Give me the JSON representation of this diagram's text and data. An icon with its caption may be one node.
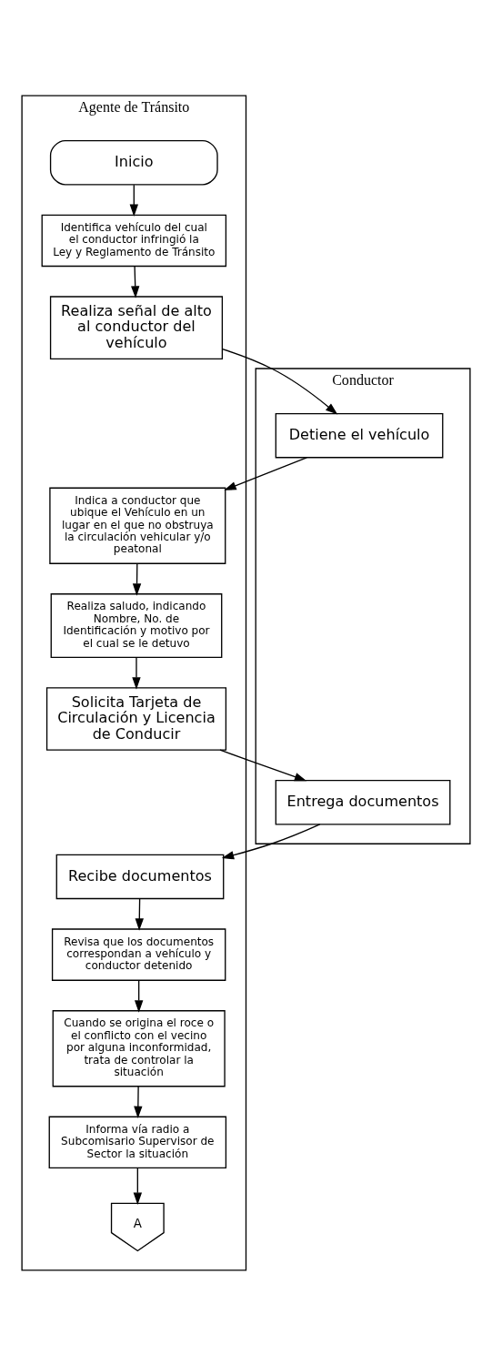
{
  "diagram": {
    "nodes": [
      {
        "text": [
          "Agente de Tránsito"
        ]
      },
      {
        "text": [
          "Conductor"
        ]
      },
      {
        "text": [
          "Inicio"
        ],
        "in": 0
      },
      {
        "text": [
          "Identifica vehículo del cual el conductor infringió la Ley y Reglamento de Tránsito"
        ],
        "in": 0
      },
      {
        "text": [
          "Realiza señal de alto al conductor del vehículo"
        ],
        "in": 0
      },
      {
        "text": [
          "Detiene el vehículo"
        ],
        "in": 1
      },
      {
        "text": [
          "Indica a conductor que ubique el Vehículo en un lugar en el que no obstruya la circulación vehicular y/o peatonal"
        ],
        "in": 0
      },
      {
        "text": [
          "Realiza saludo, indicando Nombre, No. de Identificación y motivo por el cual se le detuvo"
        ],
        "in": 0
      },
      {
        "text": [
          "Solicita Tarjeta de Circulación y Licencia de Conducir"
        ],
        "in": 0
      },
      {
        "text": [
          "Entrega documentos"
        ],
        "in": 1
      },
      {
        "text": [
          "Recibe documentos"
        ],
        "in": 0
      },
      {
        "text": [
          "Revisa que los documentos correspondan a vehículo y conductor detenido"
        ],
        "in": 0
      },
      {
        "text": [
          "Cuando se origina el roce o el conflicto con el vecino por alguna inconformidad, trata de controlar la situación"
        ],
        "in": 0
      },
      {
        "text": [
          "Informa vía radio a Subcomisario Supervisor de Sector la situación"
        ],
        "in": 0
      },
      {
        "text": [
          "A"
        ],
        "in": 0
      }
    ],
    "edges": [
      {
        "from": 2,
        "to": 3,
        "arrow": "to"
      },
      {
        "from": 3,
        "to": 4,
        "arrow": "to"
      },
      {
        "from": 4,
        "to": 5,
        "arrow": "to"
      },
      {
        "from": 5,
        "to": 6,
        "arrow": "to"
      },
      {
        "from": 6,
        "to": 7,
        "arrow": "to"
      },
      {
        "from": 7,
        "to": 8,
        "arrow": "to"
      },
      {
        "from": 8,
        "to": 9,
        "arrow": "to"
      },
      {
        "from": 9,
        "to": 10,
        "arrow": "to"
      },
      {
        "from": 10,
        "to": 11,
        "arrow": "to"
      },
      {
        "from": 11,
        "to": 12,
        "arrow": "to"
      },
      {
        "from": 12,
        "to": 13,
        "arrow": "to"
      },
      {
        "from": 13,
        "to": 14,
        "arrow": "to"
      }
    ]
  }
}
